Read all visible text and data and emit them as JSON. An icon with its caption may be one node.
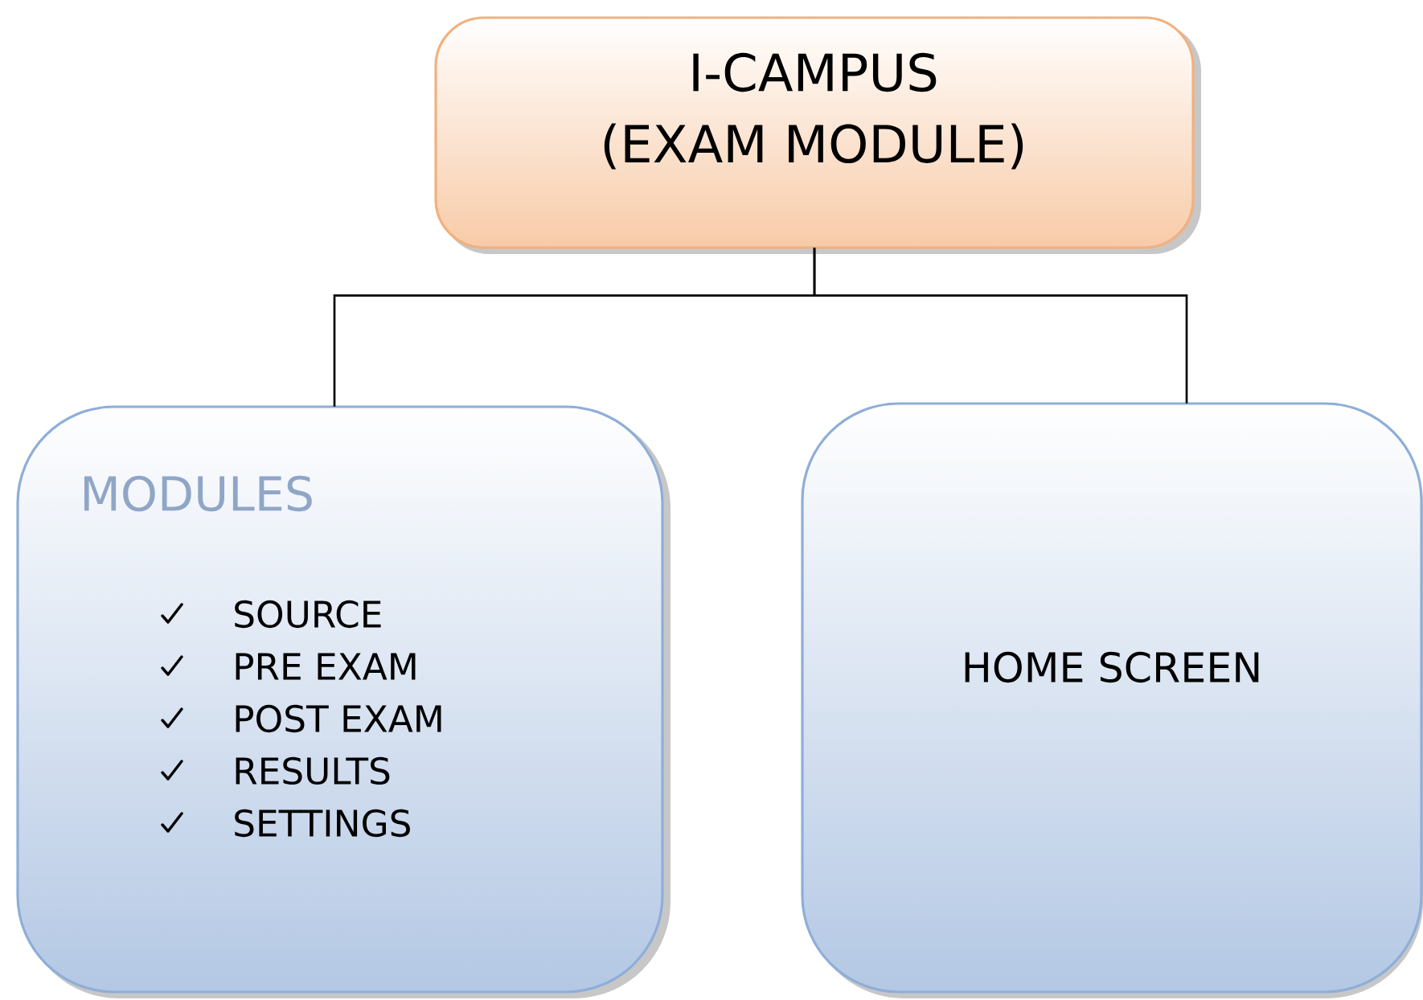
{
  "diagram": {
    "nodes": [
      {
        "text": [
          "I-CAMPUS",
          "(EXAM MODULE)"
        ]
      },
      {
        "text": [
          "MODULES",
          "SOURCE",
          "PRE EXAM",
          "POST EXAM",
          "RESULTS",
          "SETTINGS"
        ]
      },
      {
        "text": [
          "HOME SCREEN"
        ]
      }
    ],
    "edges": [
      {
        "from": 0,
        "to": 1,
        "arrow": "none"
      },
      {
        "from": 0,
        "to": 2,
        "arrow": "none"
      }
    ]
  }
}
